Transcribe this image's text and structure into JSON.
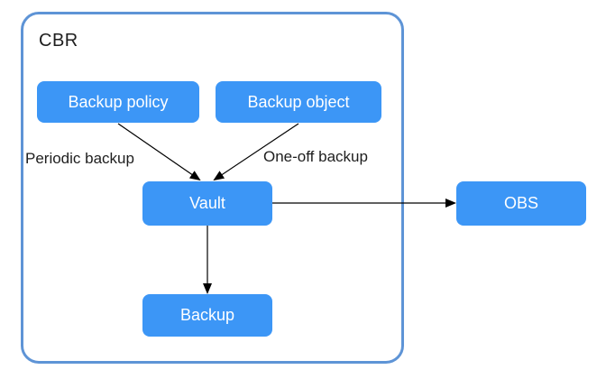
{
  "diagram": {
    "container_label": "CBR",
    "nodes": {
      "backup_policy": {
        "label": "Backup policy"
      },
      "backup_object": {
        "label": "Backup object"
      },
      "vault": {
        "label": "Vault"
      },
      "backup": {
        "label": "Backup"
      },
      "obs": {
        "label": "OBS"
      }
    },
    "edge_labels": {
      "periodic": "Periodic backup",
      "one_off": "One-off backup"
    },
    "edges": [
      {
        "name": "backup-policy-to-vault",
        "from": "backup_policy",
        "to": "vault"
      },
      {
        "name": "backup-object-to-vault",
        "from": "backup_object",
        "to": "vault"
      },
      {
        "name": "vault-to-obs",
        "from": "vault",
        "to": "obs"
      },
      {
        "name": "vault-to-backup",
        "from": "vault",
        "to": "backup"
      }
    ],
    "colors": {
      "node_fill": "#3c96f6",
      "node_text": "#ffffff",
      "container_border": "#5e94d6",
      "arrow": "#000000",
      "label_text": "#1e1e1e"
    }
  }
}
